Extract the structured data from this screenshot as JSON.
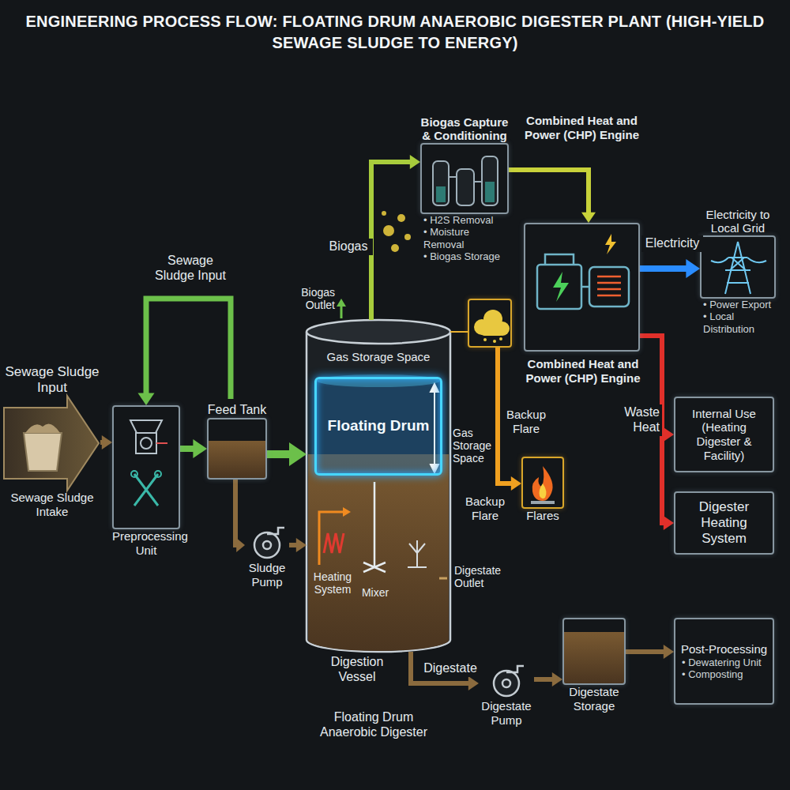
{
  "diagram": {
    "title": "ENGINEERING PROCESS FLOW: FLOATING DRUM ANAEROBIC DIGESTER PLANT (HIGH-YIELD SEWAGE SLUDGE TO ENERGY)",
    "nodes": [
      {
        "text": [
          "Sewage Sludge Input",
          "Sewage Sludge Intake"
        ]
      },
      {
        "text": [
          "Preprocessing Unit"
        ]
      },
      {
        "text": [
          "Feed Tank"
        ]
      },
      {
        "text": [
          "Sludge Pump"
        ]
      },
      {
        "text": [
          "Gas Storage Space",
          "Digestion Vessel",
          "Floating Drum Anaerobic Digester"
        ]
      },
      {
        "text": [
          "Floating Drum"
        ],
        "in": 4
      },
      {
        "text": [
          "Biogas Capture & Conditioning",
          "• H2S Removal",
          "• Moisture Removal",
          "• Biogas Storage"
        ]
      },
      {
        "text": [
          "Combined Heat and Power (CHP) Engine",
          "Combined Heat and Power (CHP) Engine"
        ]
      },
      {
        "text": [
          "Electricity to Local Grid",
          "• Power Export",
          "• Local Distribution"
        ]
      },
      {
        "text": [
          "Backup Flare"
        ]
      },
      {
        "text": [
          "Backup Flare",
          "Flares"
        ]
      },
      {
        "text": [
          "Internal Use (Heating Digester & Facility)"
        ]
      },
      {
        "text": [
          "Digester Heating System"
        ]
      },
      {
        "text": [
          "Digestate Pump"
        ]
      },
      {
        "text": [
          "Digestate Storage"
        ]
      },
      {
        "text": [
          "Post-Processing",
          "• Dewatering Unit",
          "• Composting"
        ]
      }
    ],
    "edges": [
      {
        "from": 0,
        "to": 1,
        "arrow": "to"
      },
      {
        "from": 2,
        "to": 1,
        "label": "Sewage Sludge Input",
        "arrow": "to"
      },
      {
        "from": 1,
        "to": 2,
        "arrow": "to"
      },
      {
        "from": 2,
        "to": 4,
        "arrow": "to"
      },
      {
        "from": 2,
        "to": 3,
        "arrow": "to"
      },
      {
        "from": 3,
        "to": 4,
        "arrow": "to"
      },
      {
        "from": 4,
        "to": 6,
        "label": "Biogas",
        "arrow": "to"
      },
      {
        "from": 6,
        "to": 7,
        "arrow": "to"
      },
      {
        "from": 7,
        "to": 8,
        "label": "Electricity",
        "arrow": "to"
      },
      {
        "from": 7,
        "to": 11,
        "label": "Waste Heat",
        "arrow": "to"
      },
      {
        "from": 7,
        "to": 12,
        "arrow": "to"
      },
      {
        "from": 4,
        "to": 9,
        "arrow": "none"
      },
      {
        "from": 9,
        "to": 10,
        "arrow": "to"
      },
      {
        "from": 4,
        "to": 13,
        "label": "Digestate",
        "arrow": "to"
      },
      {
        "from": 13,
        "to": 14,
        "arrow": "to"
      },
      {
        "from": 14,
        "to": 15,
        "arrow": "to"
      }
    ],
    "labels": [
      "Biogas Outlet",
      "Gas Storage Space",
      "Heating System",
      "Mixer",
      "Digestate Outlet"
    ]
  }
}
